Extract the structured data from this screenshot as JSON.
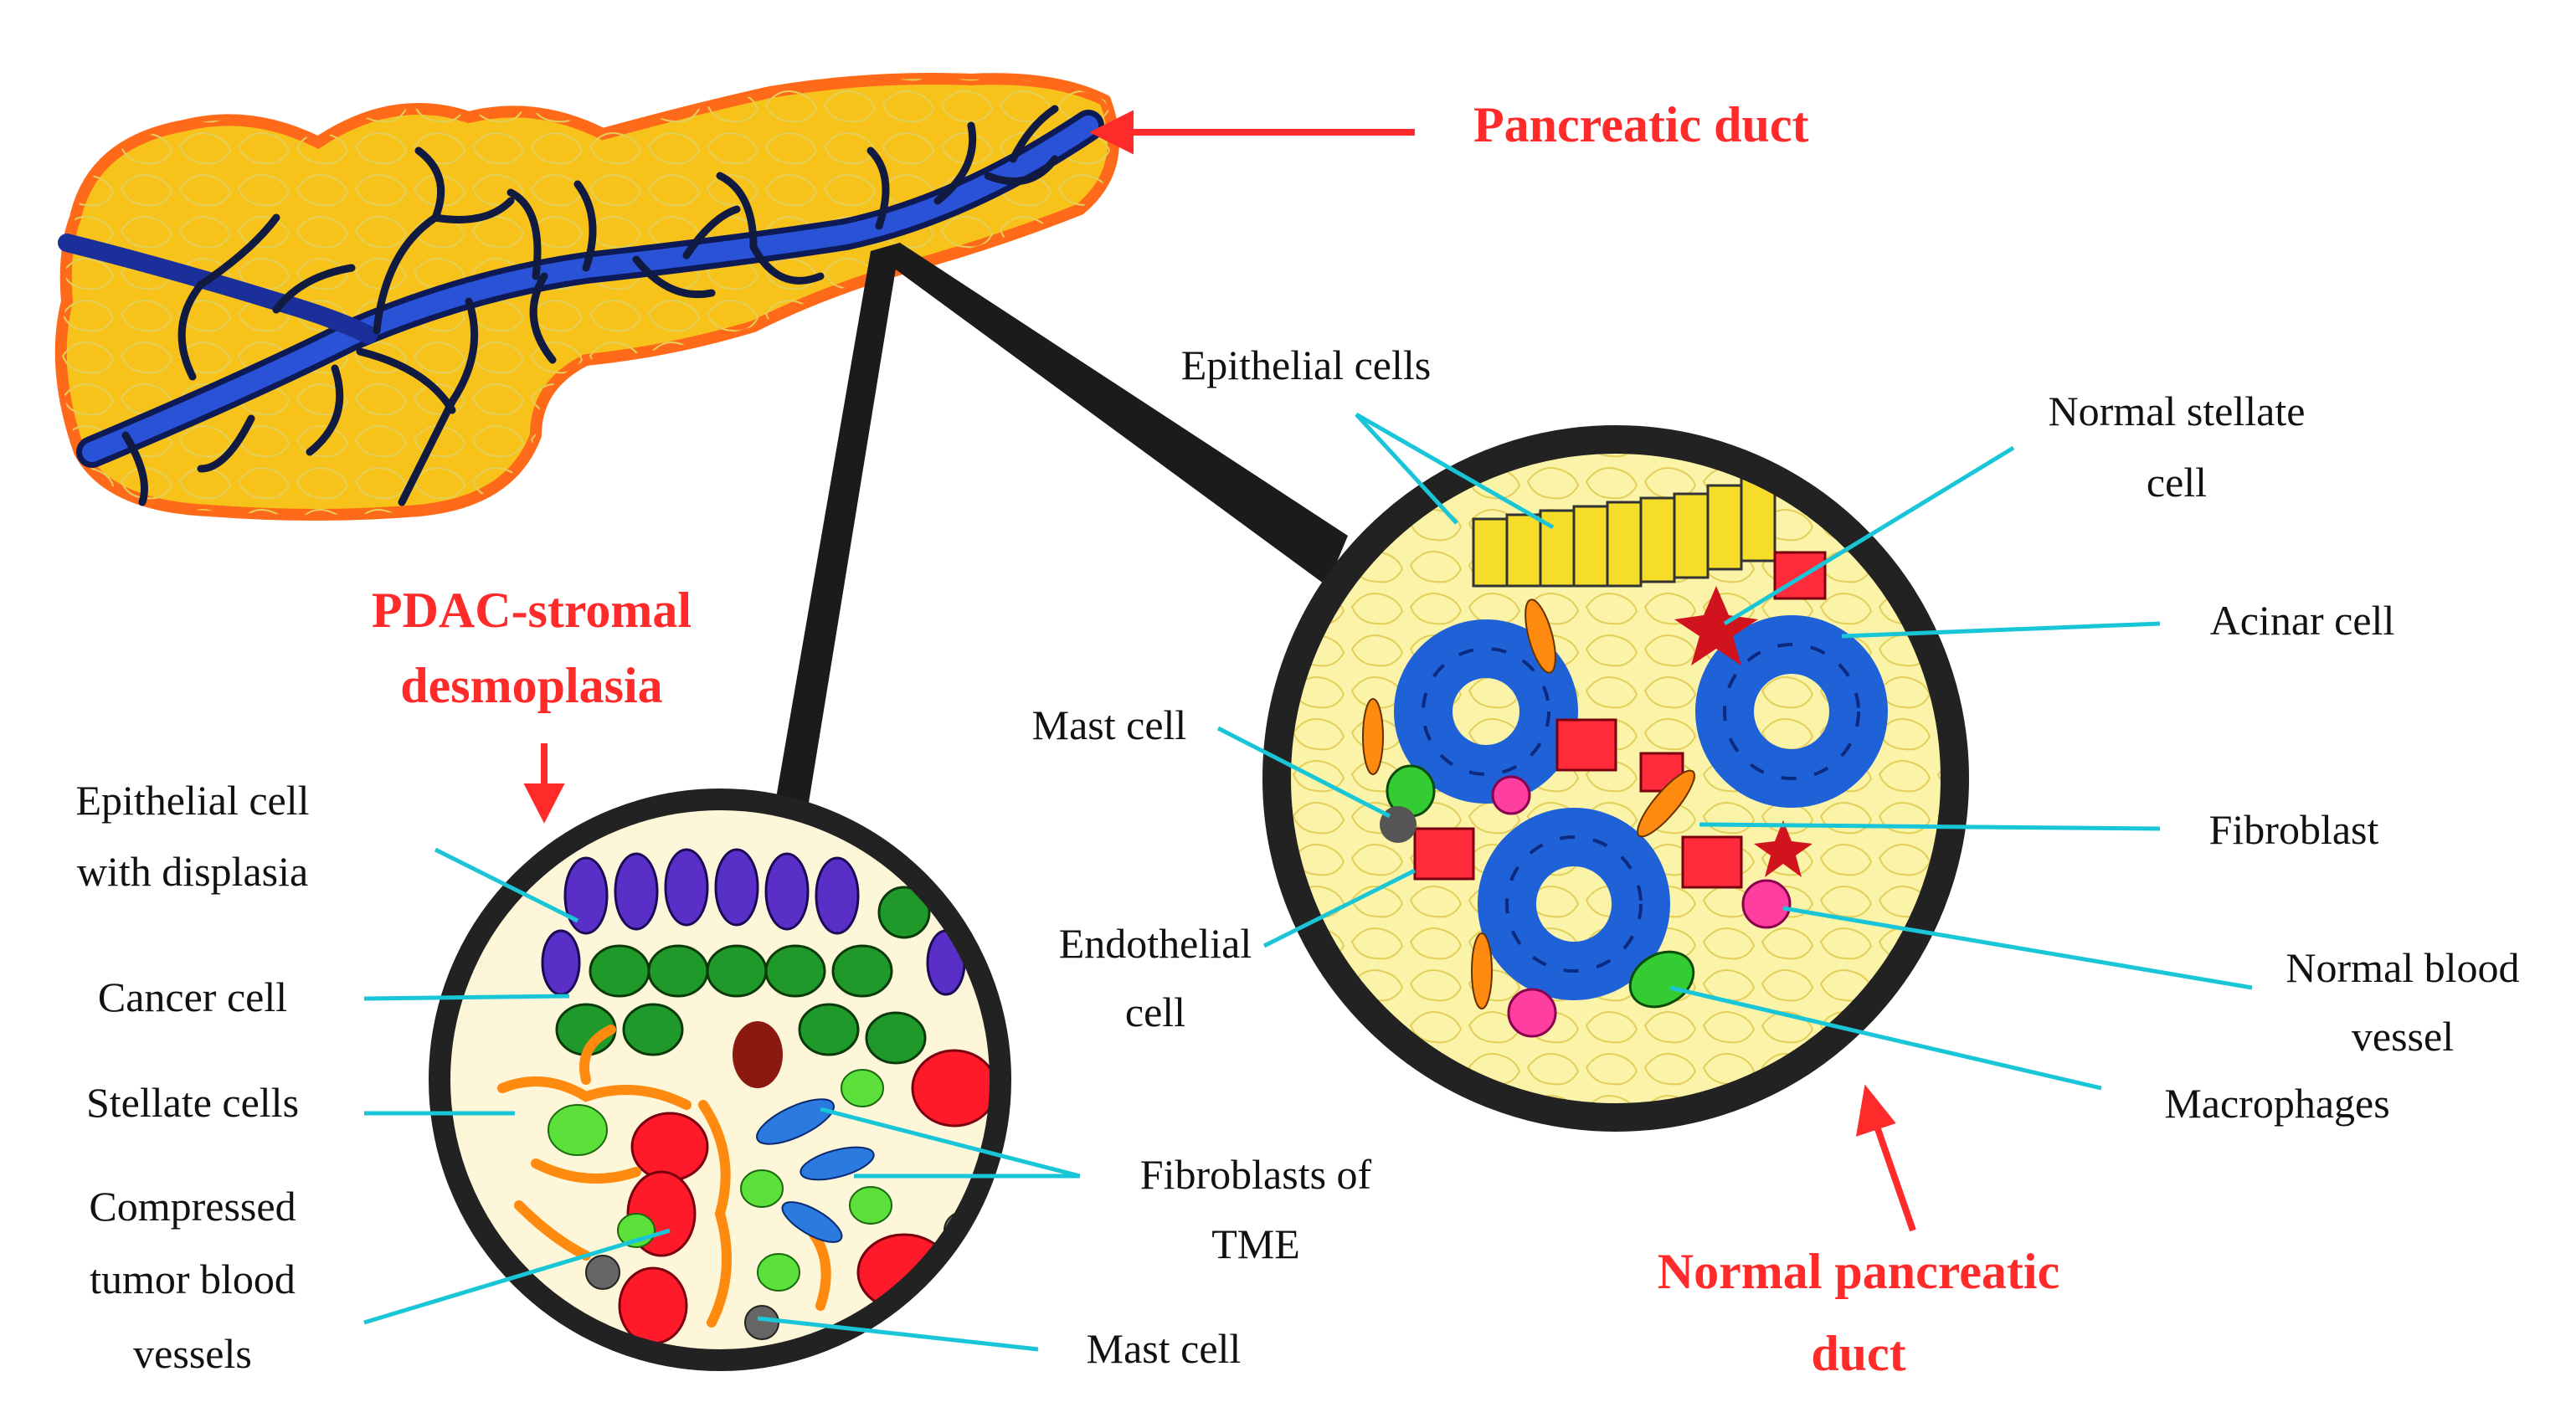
{
  "colors": {
    "duct_blue": "#1f3fb8",
    "gland_yellow": "#f7c21a",
    "gland_outline": "#ff6a1a",
    "title_red": "#ff2a2a",
    "pointer_cyan": "#19c6d8",
    "circle_fill": "#fbf3a8",
    "circle_border": "#222222"
  },
  "titles": {
    "pancreatic_duct": "Pancreatic duct",
    "pdac_line1": "PDAC-stromal",
    "pdac_line2": "desmoplasia",
    "normal_line1": "Normal pancreatic",
    "normal_line2": "duct"
  },
  "labels_left": {
    "epithelial_displasia_1": "Epithelial cell",
    "epithelial_displasia_2": "with displasia",
    "cancer_cell": "Cancer cell",
    "stellate_cells": "Stellate cells",
    "compressed_1": "Compressed",
    "compressed_2": "tumor blood",
    "compressed_3": "vessels",
    "fibroblasts_tme_1": "Fibroblasts of",
    "fibroblasts_tme_2": "TME",
    "mast_cell": "Mast cell"
  },
  "labels_right": {
    "epithelial_cells": "Epithelial cells",
    "normal_stellate_1": "Normal stellate",
    "normal_stellate_2": "cell",
    "acinar_cell": "Acinar cell",
    "mast_cell": "Mast cell",
    "fibroblast": "Fibroblast",
    "endothelial_1": "Endothelial",
    "endothelial_2": "cell",
    "normal_blood_1": "Normal blood",
    "normal_blood_2": "vessel",
    "macrophages": "Macrophages"
  }
}
